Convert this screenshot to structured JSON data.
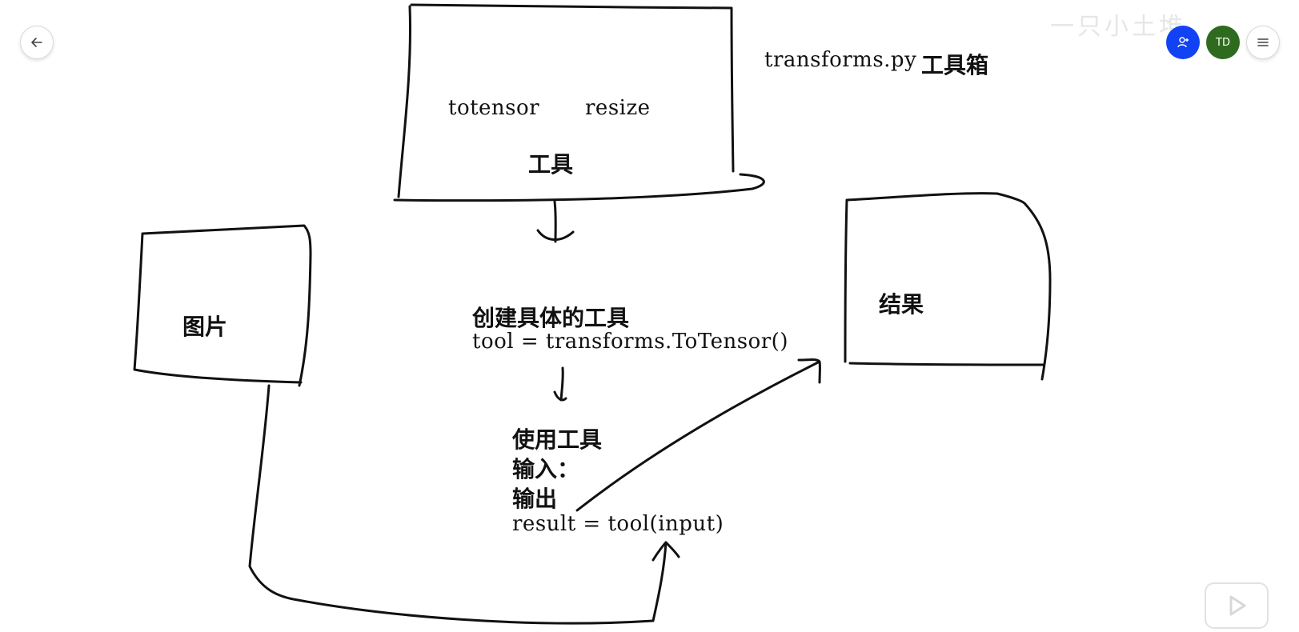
{
  "toolbar": {
    "avatar_initials": "TD",
    "avatar_color": "#2f6b1f",
    "share_color": "#1143f5"
  },
  "watermark": {
    "text": "一只小土堆"
  },
  "whiteboard": {
    "toolbox_title_code": "transforms.py",
    "toolbox_title_cn": "工具箱",
    "toolbox_item_1": "totensor",
    "toolbox_item_2": "resize",
    "toolbox_box_label": "工具",
    "image_box_label": "图片",
    "result_box_label": "结果",
    "step_create_label": "创建具体的工具",
    "step_create_code": "tool = transforms.ToTensor()",
    "step_use_label": "使用工具",
    "step_input_label": "输入：",
    "step_output_label": "输出",
    "step_use_code": "result = tool(input)"
  },
  "icons": {
    "back": "arrow-left-icon",
    "share": "add-user-icon",
    "menu": "hamburger-menu-icon",
    "play": "play-icon"
  }
}
